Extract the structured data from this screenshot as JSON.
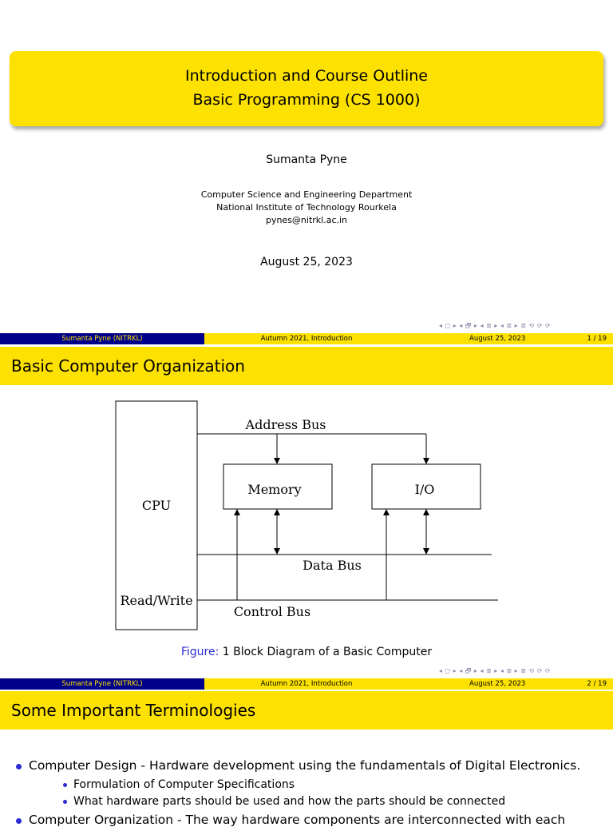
{
  "slide1": {
    "title_line1": "Introduction and Course Outline",
    "title_line2": "Basic Programming (CS 1000)",
    "author": "Sumanta Pyne",
    "affiliation": [
      "Computer Science and Engineering Department",
      "National Institute of Technology Rourkela",
      "pynes@nitrkl.ac.in"
    ],
    "date": "August 25, 2023"
  },
  "nav_symbols": "◂ ◻ ▸ ◂ 🗗 ▸ ◂ ≣ ▸ ◂ ≣ ▸   ≣   ⟲ ⟳ ⟳",
  "footer": {
    "author": "Sumanta Pyne  (NITRKL)",
    "course": "Autumn 2021, Introduction",
    "date": "August 25, 2023",
    "pages": [
      "1 / 19",
      "2 / 19"
    ]
  },
  "slide2": {
    "title": "Basic Computer Organization",
    "diagram": {
      "cpu": "CPU",
      "read_write": "Read/Write",
      "address_bus": "Address Bus",
      "memory": "Memory",
      "io": "I/O",
      "data_bus": "Data Bus",
      "control_bus": "Control Bus"
    },
    "caption_label": "Figure:",
    "caption_text": "1 Block Diagram of a Basic Computer"
  },
  "slide3": {
    "title": "Some Important Terminologies",
    "bullet1": "Computer Design - Hardware development using the fundamentals of Digital Electronics.",
    "sub1": "Formulation of Computer Specifications",
    "sub2": "What hardware parts should be used and how the parts should be connected",
    "bullet2_partial": "Computer Organization - The way hardware components are interconnected with each"
  },
  "colors": {
    "accent_yellow": "#fde100",
    "dark_blue": "#00008b",
    "bullet_blue": "#2a2ad0"
  }
}
